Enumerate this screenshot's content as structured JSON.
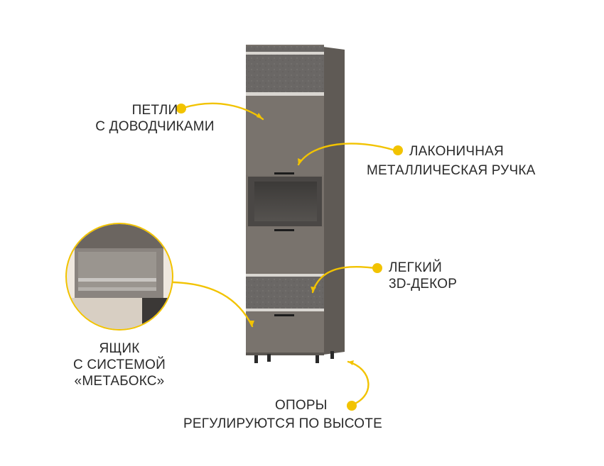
{
  "callouts": {
    "hinges": {
      "line1": "ПЕТЛИ",
      "line2": "С ДОВОДЧИКАМИ"
    },
    "handle": {
      "line1": "ЛАКОНИЧНАЯ",
      "line2": "МЕТАЛЛИЧЕСКАЯ РУЧКА"
    },
    "decor": {
      "line1": "ЛЕГКИЙ",
      "line2": "3D-ДЕКОР"
    },
    "drawer": {
      "line1": "ЯЩИК",
      "line2": "С СИСТЕМОЙ",
      "line3": "«МЕТАБОКС»"
    },
    "legs": {
      "line1": "ОПОРЫ",
      "line2": "РЕГУЛИРУЮТСЯ ПО ВЫСОТЕ"
    }
  },
  "colors": {
    "accent": "#f2c300",
    "cabinet": "#77716b",
    "cabinet_dark": "#5f5a55",
    "decor": "#6d6a67",
    "trim": "#d9d6d1",
    "text": "#2a2a2a"
  }
}
